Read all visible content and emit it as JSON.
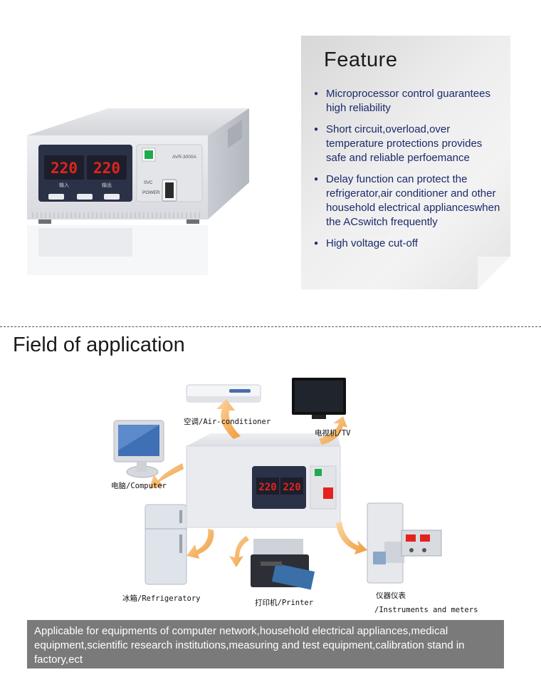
{
  "product": {
    "model_label": "AVR-3000A",
    "display_in": "220",
    "display_out": "220",
    "input_label": "输入",
    "output_label": "输出",
    "power_label": "POWER",
    "brand_label": "SVC"
  },
  "feature": {
    "title": "Feature",
    "items": [
      "Microprocessor control guarantees high reliability",
      "Short circuit,overload,over temperature protections provides safe and reliable perfoemance",
      "Delay function can protect the refrigerator,air conditioner and other household electrical applianceswhen the ACswitch frequently",
      "High voltage cut-off"
    ]
  },
  "application": {
    "title": "Field of application",
    "labels": {
      "air_conditioner": "空调/Air-conditioner",
      "tv": "电视机/TV",
      "computer": "电脑/Computer",
      "refrigerator": "冰箱/Refrigeratory",
      "printer": "打印机/Printer",
      "instruments_cn": "仪器仪表",
      "instruments_en": "/Instruments and meters"
    },
    "center_display_in": "220",
    "center_display_out": "220"
  },
  "banner": {
    "text": "Applicable for equipments of computer network,household electrical appliances,medical equipment,scientific research institutions,measuring and test equipment,calibration stand in factory,ect"
  },
  "colors": {
    "led_red": "#e3231d",
    "panel_navy": "#2b3147",
    "arrow_orange": "#f0a54a",
    "feature_text": "#1a2a6c",
    "banner_bg": "#7a7a7a"
  }
}
